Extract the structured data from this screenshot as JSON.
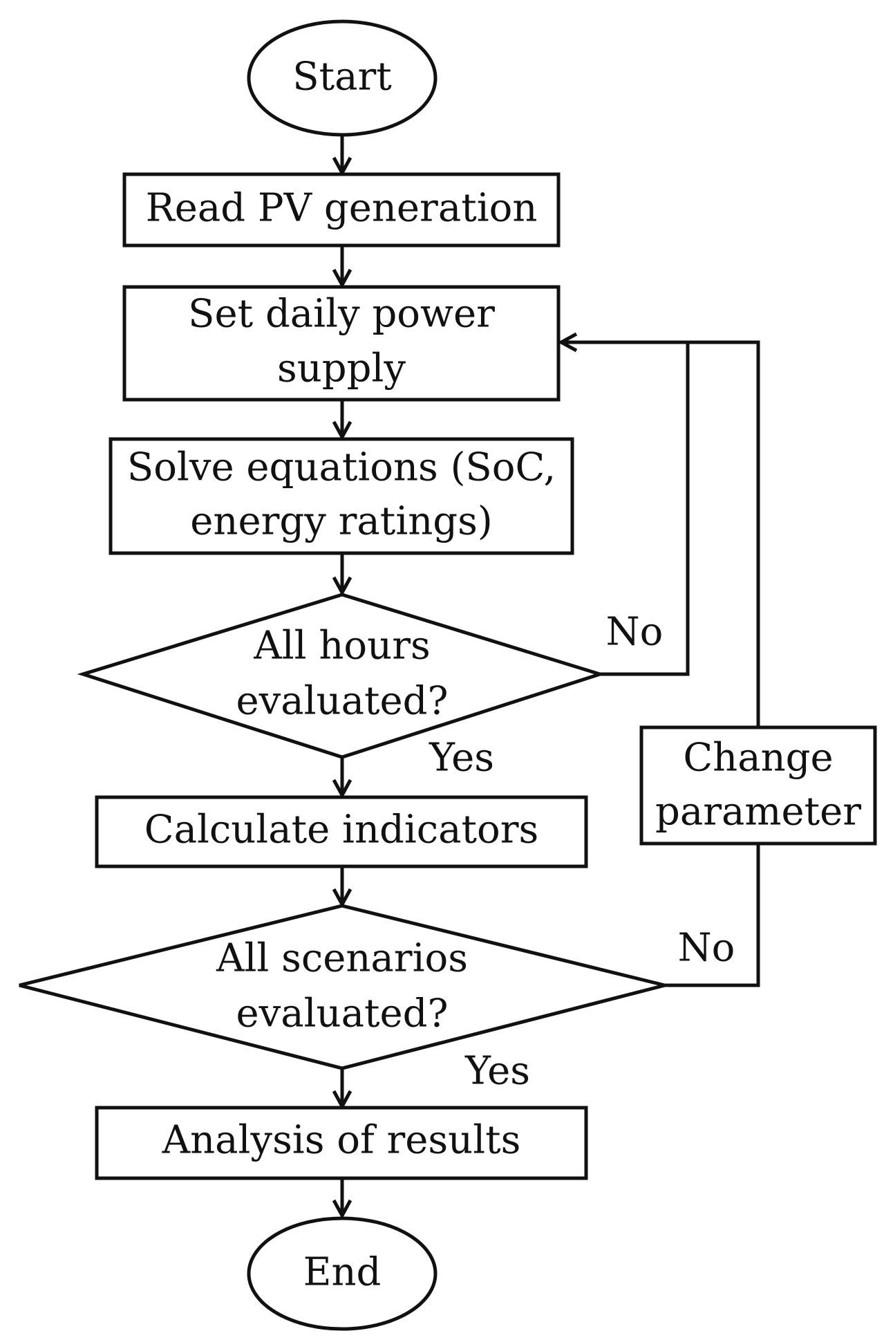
{
  "nodes": {
    "start": {
      "label": "Start"
    },
    "read_pv": {
      "label": "Read PV generation"
    },
    "set_supply": {
      "line1": "Set daily power",
      "line2": "supply"
    },
    "solve": {
      "line1": "Solve equations (SoC,",
      "line2": "energy ratings)"
    },
    "hours_check": {
      "line1": "All hours",
      "line2": "evaluated?"
    },
    "calc": {
      "label": "Calculate  indicators"
    },
    "scen_check": {
      "line1": "All scenarios",
      "line2": "evaluated?"
    },
    "change": {
      "line1": "Change",
      "line2": "parameter"
    },
    "analysis": {
      "label": "Analysis of results"
    },
    "end": {
      "label": "End"
    }
  },
  "branches": {
    "hours_no": "No",
    "hours_yes": "Yes",
    "scen_no": "No",
    "scen_yes": "Yes"
  }
}
